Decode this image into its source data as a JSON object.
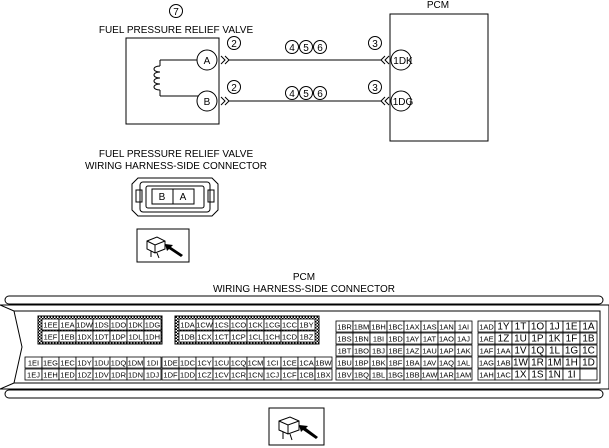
{
  "relief_valve": {
    "ref_number": "7",
    "title": "FUEL PRESSURE RELIEF VALVE",
    "pin_a": "A",
    "pin_b": "B"
  },
  "pcm": {
    "title": "PCM",
    "pin_1": "1DK",
    "pin_2": "1DG"
  },
  "wires": [
    {
      "connector_ref": "2",
      "harness_refs": [
        "4",
        "5",
        "6"
      ],
      "pcm_ref": "3"
    },
    {
      "connector_ref": "2",
      "harness_refs": [
        "4",
        "5",
        "6"
      ],
      "pcm_ref": "3"
    }
  ],
  "valve_connector": {
    "title_line1": "FUEL PRESSURE RELIEF VALVE",
    "title_line2": "WIRING HARNESS-SIDE CONNECTOR",
    "pins": [
      "B",
      "A"
    ]
  },
  "pcm_connector": {
    "title_line1": "PCM",
    "title_line2": "WIRING HARNESS-SIDE CONNECTOR",
    "block1_row1": [
      "1EE",
      "1EA",
      "1DW",
      "1DS",
      "1DO",
      "1DK",
      "1DG"
    ],
    "block1_row2": [
      "1EF",
      "1EB",
      "1DX",
      "1DT",
      "1DP",
      "1DL",
      "1DH"
    ],
    "block1_row3": [
      "1EI",
      "1EG",
      "1EC",
      "1DY",
      "1DU",
      "1DQ",
      "1DM",
      "1DI"
    ],
    "block1_row4": [
      "1EJ",
      "1EH",
      "1ED",
      "1DZ",
      "1DV",
      "1DR",
      "1DN",
      "1DJ"
    ],
    "block2_row1": [
      "1DA",
      "1CW",
      "1CS",
      "1CO",
      "1CK",
      "1CG",
      "1CC",
      "1BY"
    ],
    "block2_row2": [
      "1DB",
      "1CX",
      "1CT",
      "1CP",
      "1CL",
      "1CH",
      "1CD",
      "1BZ"
    ],
    "block2_row3": [
      "1DE",
      "1DC",
      "1CY",
      "1CU",
      "1CQ",
      "1CM",
      "1CI",
      "1CE",
      "1CA",
      "1BW"
    ],
    "block2_row4": [
      "1DF",
      "1DD",
      "1CZ",
      "1CV",
      "1CR",
      "1CN",
      "1CJ",
      "1CF",
      "1CB",
      "1BX"
    ],
    "block3_rows": [
      [
        "1BR",
        "1BM",
        "1BH",
        "1BC",
        "1AX",
        "1AS",
        "1AN",
        "1AI"
      ],
      [
        "1BS",
        "1BN",
        "1BI",
        "1BD",
        "1AY",
        "1AT",
        "1AO",
        "1AJ"
      ],
      [
        "1BT",
        "1BO",
        "1BJ",
        "1BE",
        "1AZ",
        "1AU",
        "1AP",
        "1AK"
      ],
      [
        "1BU",
        "1BP",
        "1BK",
        "1BF",
        "1BA",
        "1AV",
        "1AQ",
        "1AL"
      ],
      [
        "1BV",
        "1BQ",
        "1BL",
        "1BG",
        "1BB",
        "1AW",
        "1AR",
        "1AM"
      ]
    ],
    "block4_rows": [
      [
        "1AD",
        "1Y",
        "1T",
        "1O",
        "1J",
        "1E",
        "1A"
      ],
      [
        "1AE",
        "1Z",
        "1U",
        "1P",
        "1K",
        "1F",
        "1B"
      ],
      [
        "1AF",
        "1AA",
        "1V",
        "1Q",
        "1L",
        "1G",
        "1C"
      ],
      [
        "1AG",
        "1AB",
        "1W",
        "1R",
        "1M",
        "1H",
        "1D"
      ],
      [
        "1AH",
        "1AC",
        "1X",
        "1S",
        "1N",
        "1I",
        ""
      ]
    ]
  },
  "icons": {
    "connector_view": "connector-plug-arrow-icon"
  }
}
